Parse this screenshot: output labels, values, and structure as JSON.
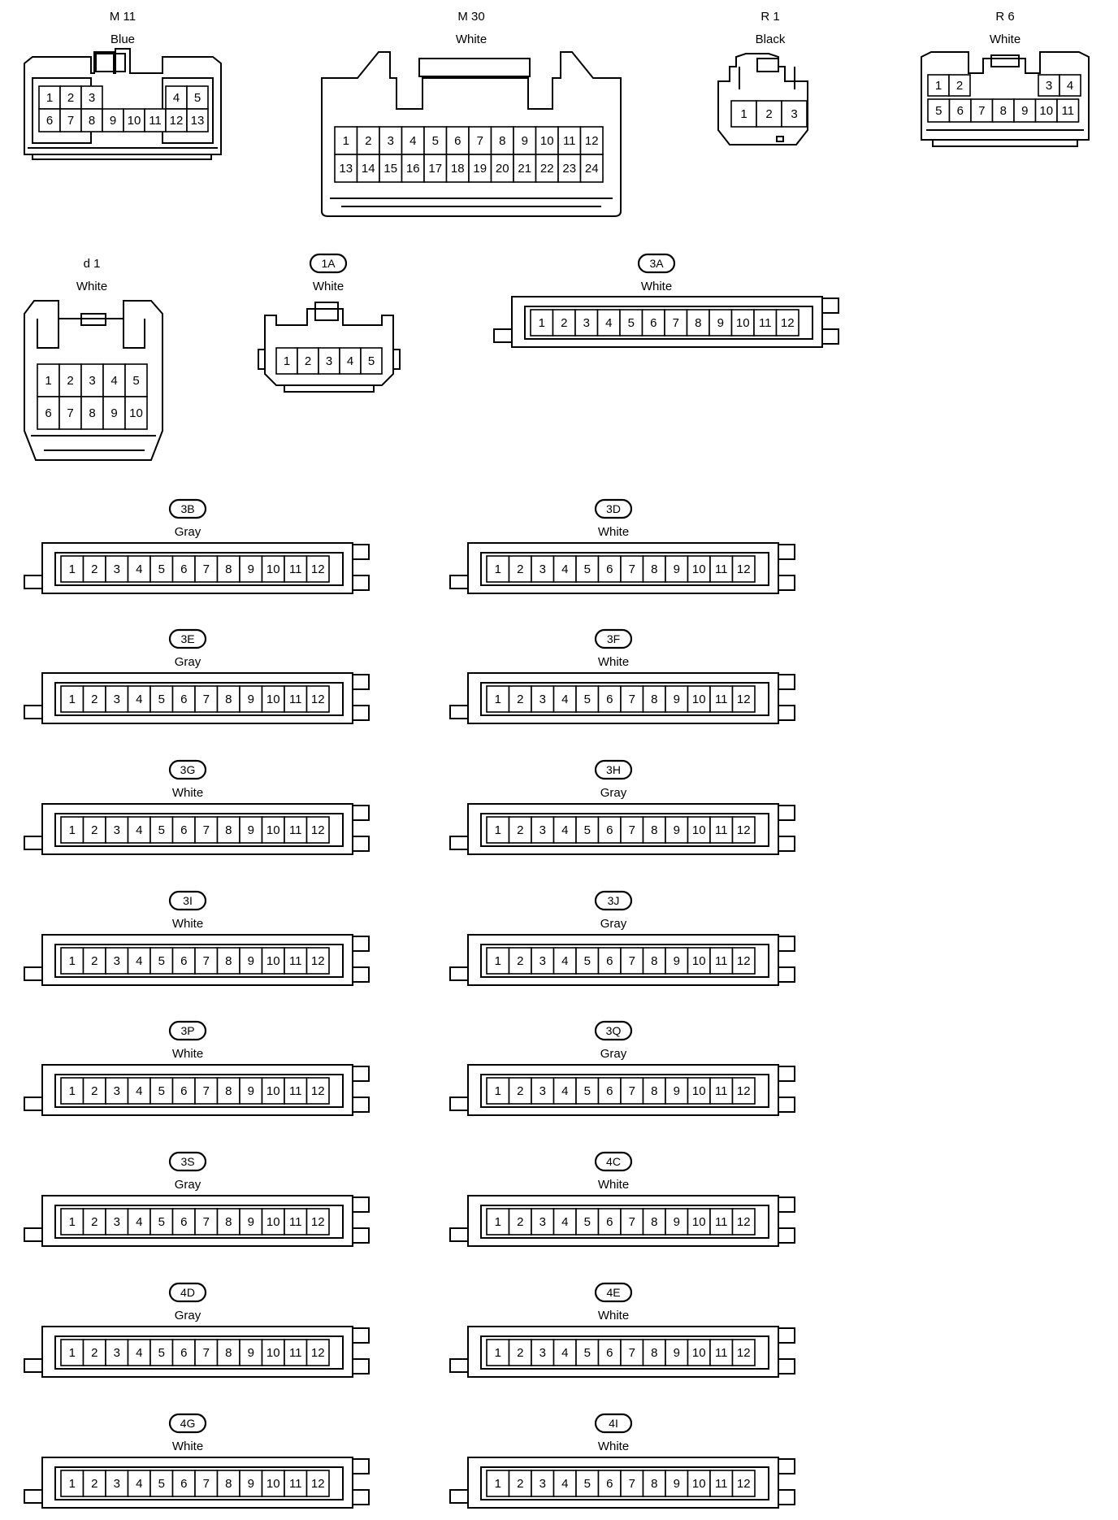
{
  "connectors": {
    "m11": {
      "code": "M 11",
      "color": "Blue",
      "row1": [
        "1",
        "2",
        "3",
        "4",
        "5"
      ],
      "row2": [
        "6",
        "7",
        "8",
        "9",
        "10",
        "11",
        "12",
        "13"
      ]
    },
    "m30": {
      "code": "M 30",
      "color": "White",
      "row1": [
        "1",
        "2",
        "3",
        "4",
        "5",
        "6",
        "7",
        "8",
        "9",
        "10",
        "11",
        "12"
      ],
      "row2": [
        "13",
        "14",
        "15",
        "16",
        "17",
        "18",
        "19",
        "20",
        "21",
        "22",
        "23",
        "24"
      ]
    },
    "r1": {
      "code": "R 1",
      "color": "Black",
      "pins": [
        "1",
        "2",
        "3"
      ]
    },
    "r6": {
      "code": "R 6",
      "color": "White",
      "row1": [
        "1",
        "2",
        "3",
        "4"
      ],
      "row2": [
        "5",
        "6",
        "7",
        "8",
        "9",
        "10",
        "11"
      ]
    },
    "d1": {
      "code": "d 1",
      "color": "White",
      "row1": [
        "1",
        "2",
        "3",
        "4",
        "5"
      ],
      "row2": [
        "6",
        "7",
        "8",
        "9",
        "10"
      ]
    },
    "c1a": {
      "code": "1A",
      "color": "White",
      "pins": [
        "1",
        "2",
        "3",
        "4",
        "5"
      ]
    }
  },
  "strips": [
    {
      "code": "3A",
      "color": "White"
    },
    {
      "code": "3B",
      "color": "Gray"
    },
    {
      "code": "3D",
      "color": "White"
    },
    {
      "code": "3E",
      "color": "Gray"
    },
    {
      "code": "3F",
      "color": "White"
    },
    {
      "code": "3G",
      "color": "White"
    },
    {
      "code": "3H",
      "color": "Gray"
    },
    {
      "code": "3I",
      "color": "White"
    },
    {
      "code": "3J",
      "color": "Gray"
    },
    {
      "code": "3P",
      "color": "White"
    },
    {
      "code": "3Q",
      "color": "Gray"
    },
    {
      "code": "3S",
      "color": "Gray"
    },
    {
      "code": "4C",
      "color": "White"
    },
    {
      "code": "4D",
      "color": "Gray"
    },
    {
      "code": "4E",
      "color": "White"
    },
    {
      "code": "4G",
      "color": "White"
    },
    {
      "code": "4I",
      "color": "White"
    }
  ],
  "strip_pins": [
    "1",
    "2",
    "3",
    "4",
    "5",
    "6",
    "7",
    "8",
    "9",
    "10",
    "11",
    "12"
  ]
}
